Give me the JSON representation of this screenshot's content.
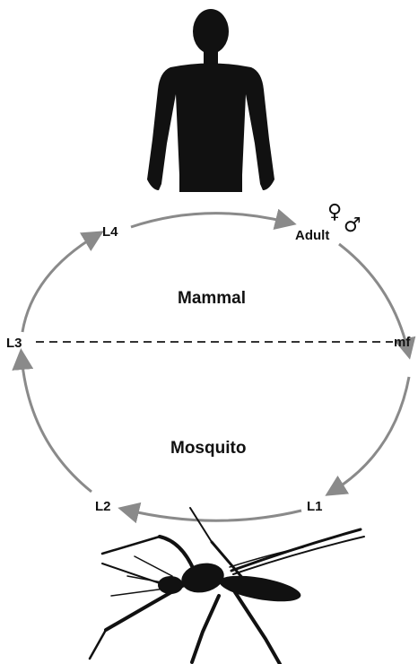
{
  "hosts": {
    "top": "Mammal",
    "bottom": "Mosquito"
  },
  "stages": {
    "l4": "L4",
    "adult": "Adult",
    "mf": "mf",
    "l1": "L1",
    "l2": "L2",
    "l3": "L3"
  },
  "symbols": {
    "female": "♀",
    "male": "♂"
  },
  "colors": {
    "arrow": "#8a8a8a",
    "silhouette": "#111111",
    "text": "#111111"
  }
}
